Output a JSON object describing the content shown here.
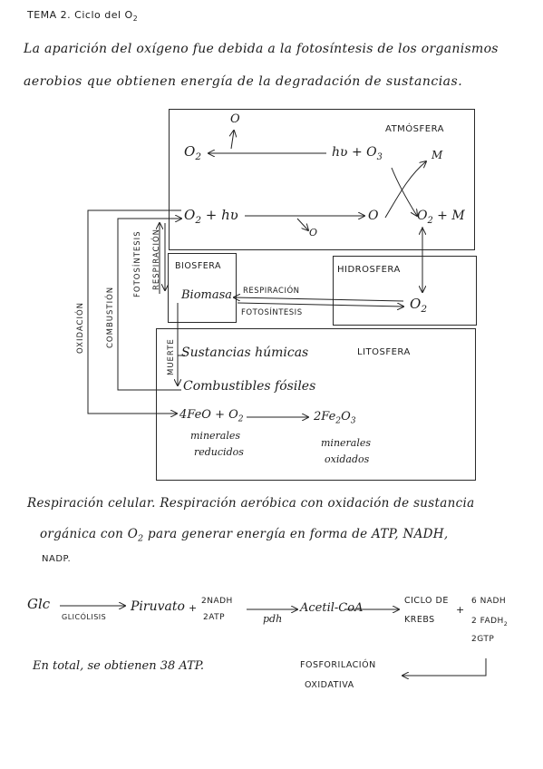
{
  "header": {
    "title": "TEMA 2. Ciclo del O",
    "title_sub": "2"
  },
  "intro": {
    "line1": "La aparición del oxígeno fue debida a la fotosíntesis de los organismos",
    "line2": "aerobios que obtienen energía de la degradación de sustancias."
  },
  "diagram": {
    "atmosfera": "ATMÓSFERA",
    "biosfera": "BIOSFERA",
    "hidrosfera": "HIDROSFERA",
    "litosfera": "LITOSFERA",
    "o_top": "O",
    "o2_left": "O",
    "o2_left_sub": "2",
    "hv_o3": "hʋ + O",
    "hv_o3_sub": "3",
    "m_top": "M",
    "o2_hv": "O",
    "o2_hv_sub": "2",
    "o2_hv_rest": " + hʋ",
    "o_mid": "O",
    "o_small": "O",
    "o2_m": "O",
    "o2_m_sub": "2",
    "o2_m_rest": " + M",
    "biomasa": "Biomasa",
    "respiracion": "RESPIRACIÓN",
    "fotosintesis": "FOTOSÍNTESIS",
    "o2_hidro": "O",
    "o2_hidro_sub": "2",
    "humicas": "Sustancias húmicas",
    "fosiles": "Combustibles fósiles",
    "feo": "4FeO + O",
    "feo_sub": "2",
    "fe2o3_a": "2Fe",
    "fe2o3_sub1": "2",
    "fe2o3_b": "O",
    "fe2o3_sub2": "3",
    "min_red1": "minerales",
    "min_red2": "reducidos",
    "min_ox1": "minerales",
    "min_ox2": "oxidados",
    "v_oxidacion": "OXIDACIÓN",
    "v_combustion": "COMBUSTIÓN",
    "v_fotosintesis": "FOTOSÍNTESIS",
    "v_respiracion": "RESPIRACIÓN",
    "v_muerte": "MUERTE"
  },
  "respiracion_text": {
    "line1": "Respiración celular. Respiración aeróbica con oxidación de sustancia",
    "line2": "orgánica con O",
    "line2_sub": "2",
    "line2_rest": " para generar energía en forma de ATP, NADH,",
    "line3": "NADP."
  },
  "pathway": {
    "glc": "Glc",
    "glucolisis": "GLICÓLISIS",
    "piruvato": "Piruvato",
    "plus1": "+",
    "nadh2": "2NADH",
    "atp2": "2ATP",
    "pdh": "pdh",
    "acetil": "Acetil-CoA",
    "ciclo1": "CICLO DE",
    "ciclo2": "KREBS",
    "plus2": "+",
    "nadh6": "6 NADH",
    "fadh": "2 FADH",
    "fadh_sub": "2",
    "gtp": "2GTP",
    "fosfo1": "FOSFORILACIÓN",
    "fosfo2": "OXIDATIVA",
    "total": "En total, se obtienen 38 ATP."
  }
}
